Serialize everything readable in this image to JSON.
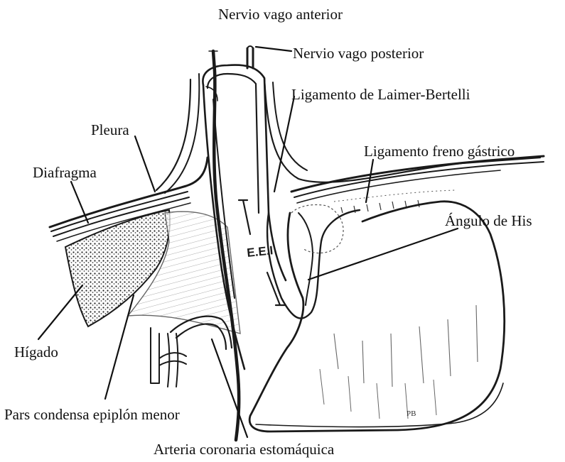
{
  "labels": {
    "nervio_vago_anterior": "Nervio vago anterior",
    "nervio_vago_posterior": "Nervio vago posterior",
    "ligamento_laimer_bertelli": "Ligamento de Laimer-Bertelli",
    "pleura": "Pleura",
    "ligamento_freno_gastrico": "Ligamento freno gástrico",
    "diafragma": "Diafragma",
    "angulo_de_his": "Ángulo de His",
    "higado": "Hígado",
    "pars_condensa": "Pars condensa epiplón menor",
    "arteria_coronaria": "Arteria coronaria estomáquica"
  },
  "inset_label": "E.E.I",
  "signature": "PB"
}
